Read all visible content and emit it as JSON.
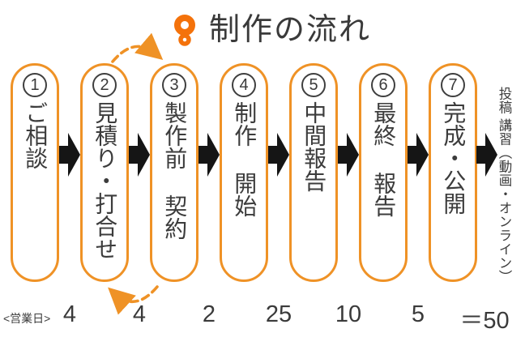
{
  "title": {
    "text": "制作の流れ",
    "icon": "figure-eight-pin-icon"
  },
  "colors": {
    "accent_orange": "#ef9226",
    "icon_orange": "#f4720b",
    "arrow_black": "#151515",
    "text_dark": "#3c3c3c",
    "background": "#ffffff"
  },
  "steps": [
    {
      "number": "1",
      "label": "ご相談"
    },
    {
      "number": "2",
      "label": "見積り・打合せ"
    },
    {
      "number": "3",
      "label": "製作前 契約"
    },
    {
      "number": "4",
      "label": "制作 開始"
    },
    {
      "number": "5",
      "label": "中間報告"
    },
    {
      "number": "6",
      "label": "最終 報告"
    },
    {
      "number": "7",
      "label": "完成・公開"
    }
  ],
  "loop_between_steps": "2と3の間を往復（点線矢印）",
  "outcome": {
    "text": "投稿 講習（動画・オンライン）"
  },
  "footer": {
    "label": "<営業日>",
    "durations": [
      "4",
      "4",
      "2",
      "25",
      "10",
      "5"
    ],
    "total": "＝50"
  }
}
